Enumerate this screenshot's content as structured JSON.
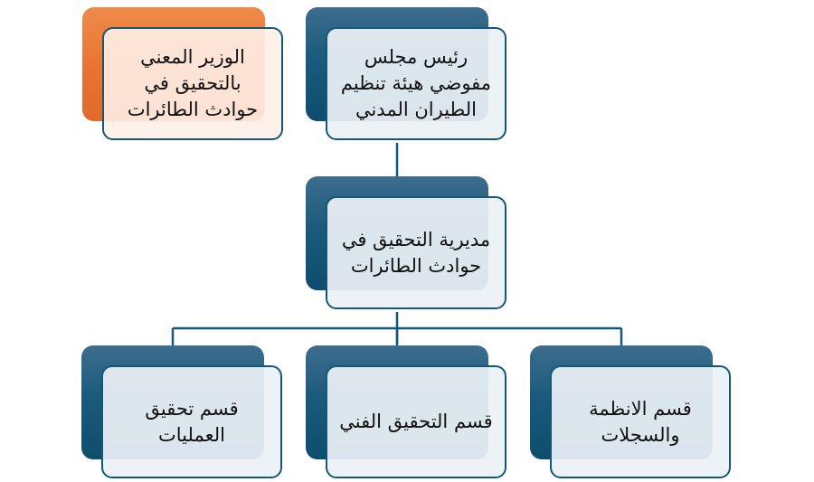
{
  "diagram": {
    "colors": {
      "node_back": "#1b5a7c",
      "node_border": "#145878",
      "accent_back": "#ea7433",
      "connector": "#145878"
    },
    "nodes": {
      "minister": {
        "label": "الوزير المعني\nبالتحقيق في\nحوادث الطائرات"
      },
      "board_chairman": {
        "label": "رئيس مجلس\nمفوضي هيئة تنظيم\nالطيران المدني"
      },
      "investigation_directorate": {
        "label": "مديرية التحقيق في\nحوادث الطائرات"
      },
      "systems_records": {
        "label": "قسم الانظمة\nوالسجلات"
      },
      "technical_investigation": {
        "label": "قسم التحقيق الفني"
      },
      "operations_investigation": {
        "label": "قسم تحقيق\nالعمليات"
      }
    }
  }
}
